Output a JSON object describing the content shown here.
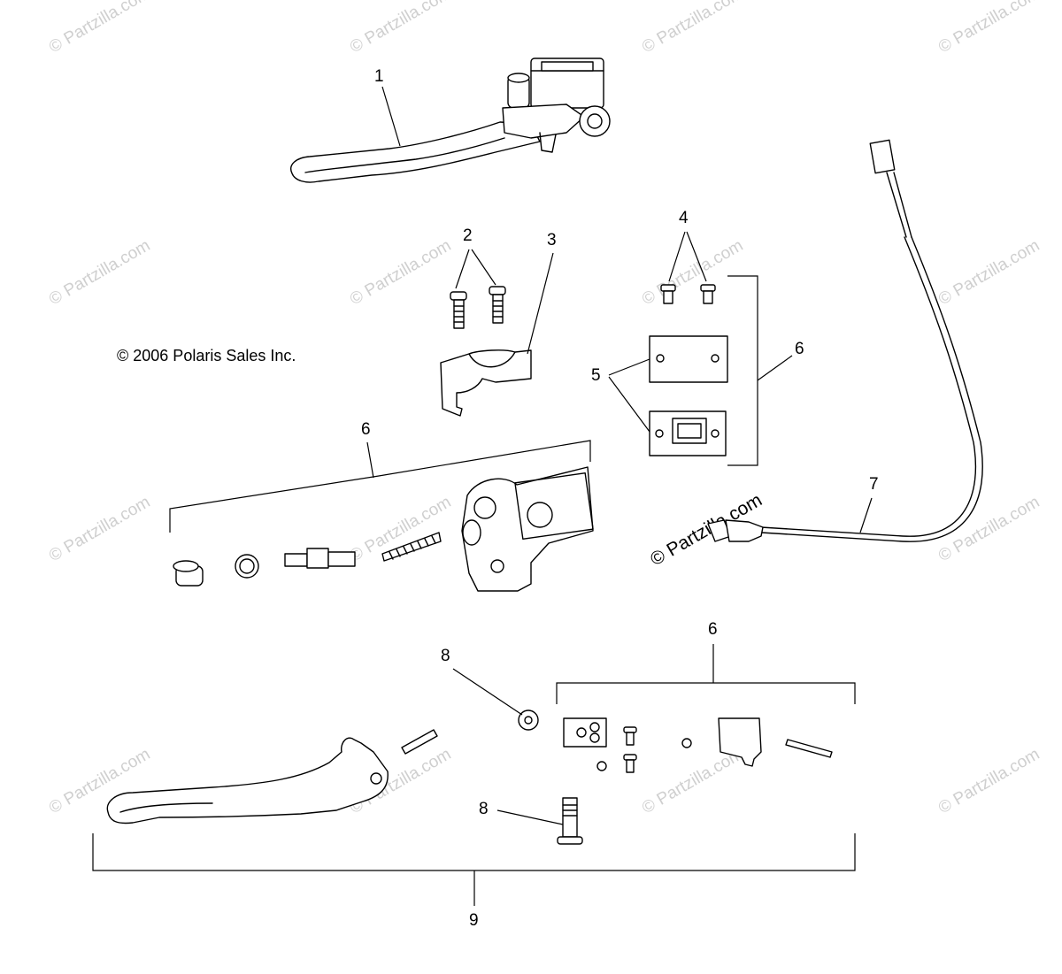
{
  "copyright": "© 2006 Polaris Sales Inc.",
  "watermark": "© Partzilla.com",
  "callouts": {
    "c1": "1",
    "c2": "2",
    "c3": "3",
    "c4": "4",
    "c5": "5",
    "c6a": "6",
    "c6b": "6",
    "c6c": "6",
    "c7": "7",
    "c8a": "8",
    "c8b": "8",
    "c9": "9"
  }
}
